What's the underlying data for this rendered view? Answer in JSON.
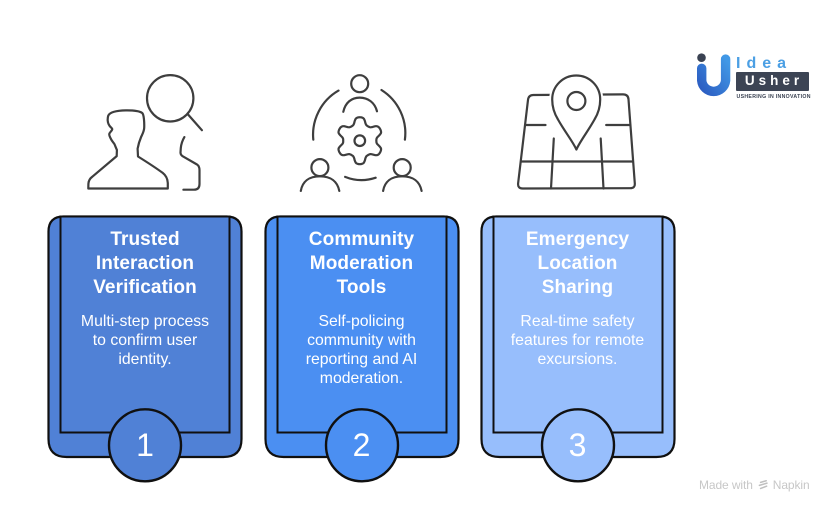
{
  "page": {
    "background": "#ffffff"
  },
  "brand_logo": {
    "name": "Idea Usher",
    "idea_text": "Idea",
    "usher_text": "Usher",
    "tagline": "USHERING IN INNOVATION",
    "colors": {
      "idea_blue": "#4b9fe4",
      "usher_box": "#3c4454",
      "mark_gradient_start": "#2a5ec6",
      "mark_gradient_end": "#3fa0e8"
    }
  },
  "watermark": {
    "prefix": "Made with",
    "brand": "Napkin"
  },
  "cards": [
    {
      "number": "1",
      "title": "Trusted\nInteraction\nVerification",
      "description": "Multi-step process\nto confirm user\nidentity.",
      "fill": "#5081d6",
      "icon": "user-search"
    },
    {
      "number": "2",
      "title": "Community\nModeration\nTools",
      "description": "Self-policing\ncommunity with\nreporting and AI\nmoderation.",
      "fill": "#4b8ff2",
      "icon": "community-moderation"
    },
    {
      "number": "3",
      "title": "Emergency\nLocation\nSharing",
      "description": "Real-time safety\nfeatures for remote\nexcursions.",
      "fill": "#97befc",
      "icon": "map-location"
    }
  ],
  "stroke": {
    "card_outline": "#101010",
    "icon_line": "#3e3e3e"
  }
}
